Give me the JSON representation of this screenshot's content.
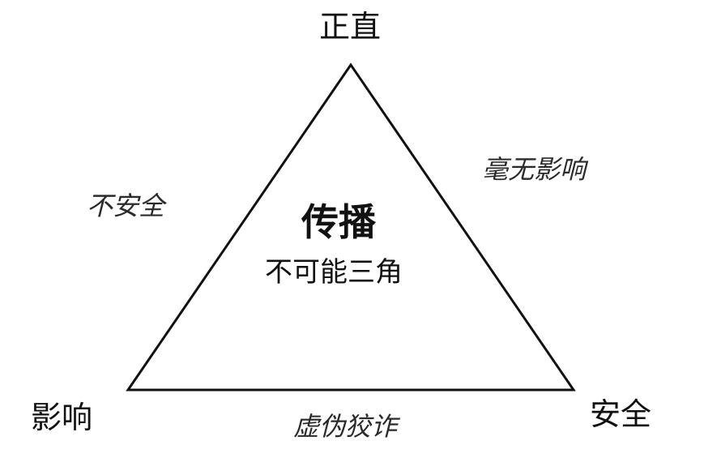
{
  "vertices": {
    "top": "正直",
    "bottom_left": "影响",
    "bottom_right": "安全"
  },
  "edges": {
    "left": "不安全",
    "right": "毫无影响",
    "bottom": "虚伪狡诈"
  },
  "center": {
    "title": "传播",
    "subtitle": "不可能三角"
  },
  "colors": {
    "stroke": "#111111",
    "background": "#ffffff"
  }
}
